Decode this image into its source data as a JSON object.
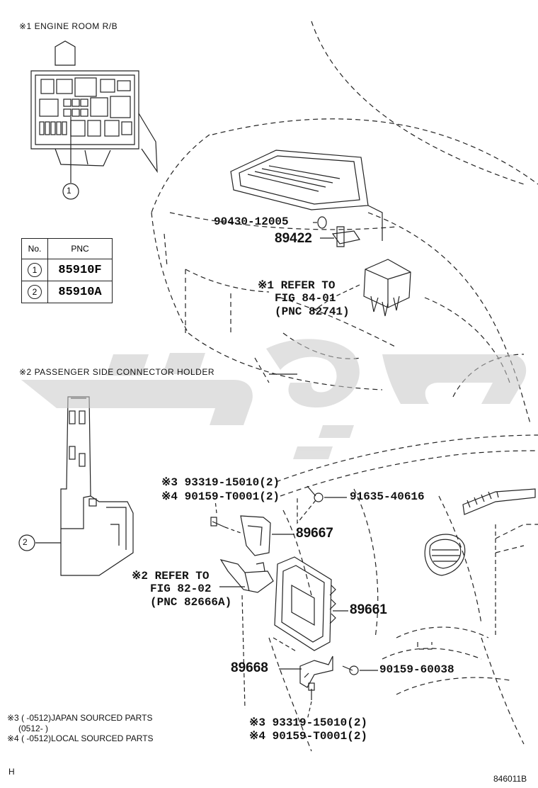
{
  "sections": {
    "engine_room": "※1  ENGINE ROOM  R/B",
    "passenger_holder": "※2  PASSENGER SIDE CONNECTOR HOLDER"
  },
  "table": {
    "headers": [
      "No.",
      "PNC"
    ],
    "rows": [
      {
        "no": "1",
        "pnc": "85910F"
      },
      {
        "no": "2",
        "pnc": "85910A"
      }
    ]
  },
  "callouts": {
    "c1": "1",
    "c2": "2"
  },
  "parts": {
    "p90430": "90430-12005",
    "p89422": "89422",
    "ref1_line1": "※1 REFER TO",
    "ref1_line2": "FIG 84-01",
    "ref1_line3": "(PNC 82741)",
    "p93319_top": "※3 93319-15010(2)",
    "p90159_top": "※4 90159-T0001(2)",
    "p91635": "91635-40616",
    "p89667": "89667",
    "ref2_line1": "※2 REFER TO",
    "ref2_line2": "FIG 82-02",
    "ref2_line3": "(PNC 82666A)",
    "p89661": "89661",
    "p89668": "89668",
    "p90159_60038": "90159-60038",
    "p93319_bot": "※3 93319-15010(2)",
    "p90159_bot": "※4 90159-T0001(2)"
  },
  "footnotes": {
    "n3_line1": "※3 (    -0512)JAPAN SOURCED PARTS",
    "n3_line2": "(0512-    )",
    "n4": "※4 (    -0512)LOCAL SOURCED PARTS",
    "left_code": "H",
    "fig_code": "846011B"
  },
  "watermark_text": "تیکو"
}
